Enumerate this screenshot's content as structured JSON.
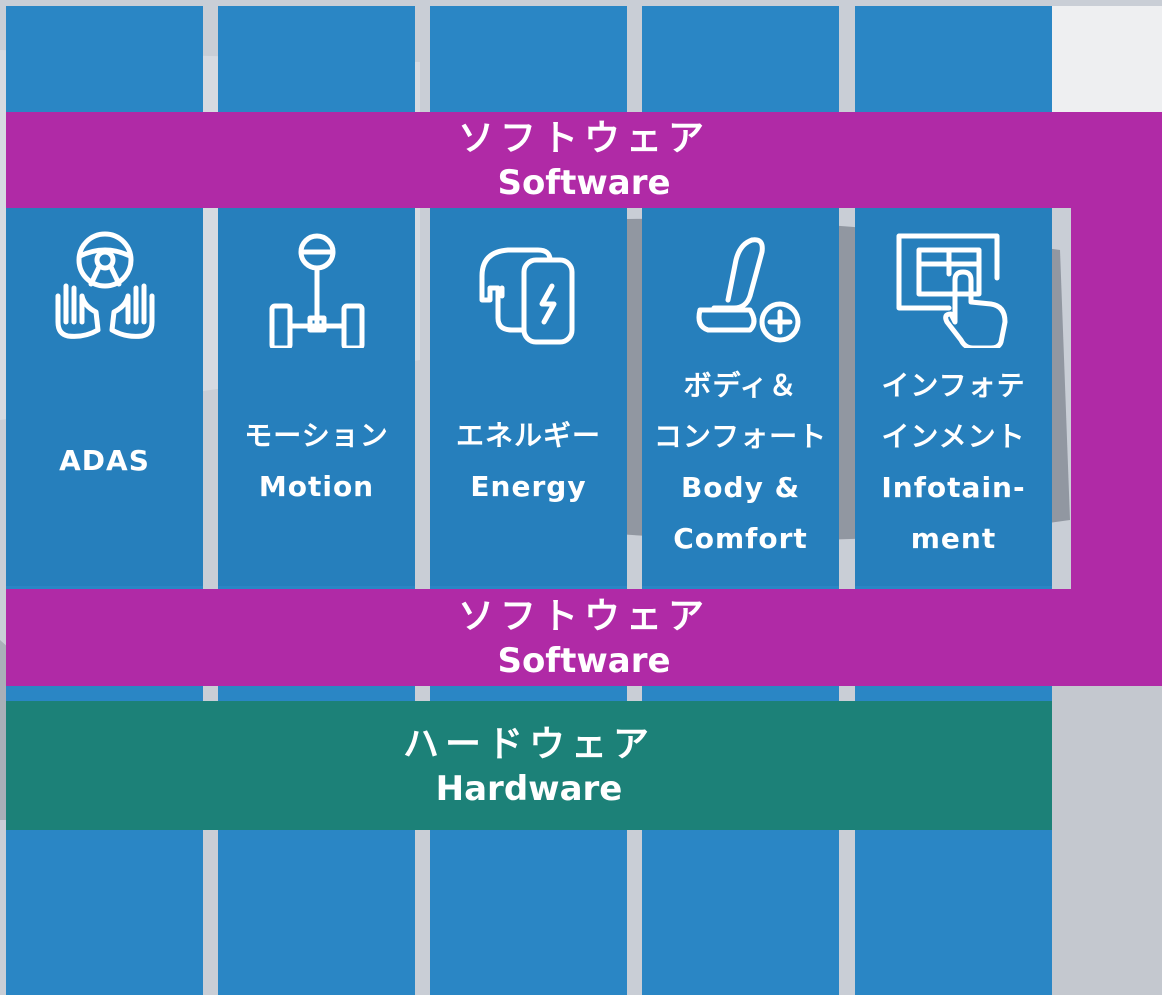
{
  "software_top": {
    "jp": "ソフトウェア",
    "en": "Software"
  },
  "software_bottom": {
    "jp": "ソフトウェア",
    "en": "Software"
  },
  "hardware": {
    "jp": "ハードウェア",
    "en": "Hardware"
  },
  "domains": [
    {
      "icon": "steering-wheel-hands-icon",
      "lines": [
        "ADAS"
      ]
    },
    {
      "icon": "chassis-steering-icon",
      "lines": [
        "モーション",
        "Motion"
      ]
    },
    {
      "icon": "charging-station-icon",
      "lines": [
        "エネルギー",
        "Energy"
      ]
    },
    {
      "icon": "car-seat-plus-icon",
      "lines": [
        "ボディ＆",
        "コンフォート",
        "Body &",
        "Comfort"
      ]
    },
    {
      "icon": "touch-screen-icon",
      "lines": [
        "インフォテ",
        "インメント",
        "Infotain-",
        "ment"
      ]
    }
  ],
  "colors": {
    "column": "#2a86c5",
    "software": "#b02aa6",
    "hardware": "#1c8178",
    "background": "#c9ced6"
  }
}
